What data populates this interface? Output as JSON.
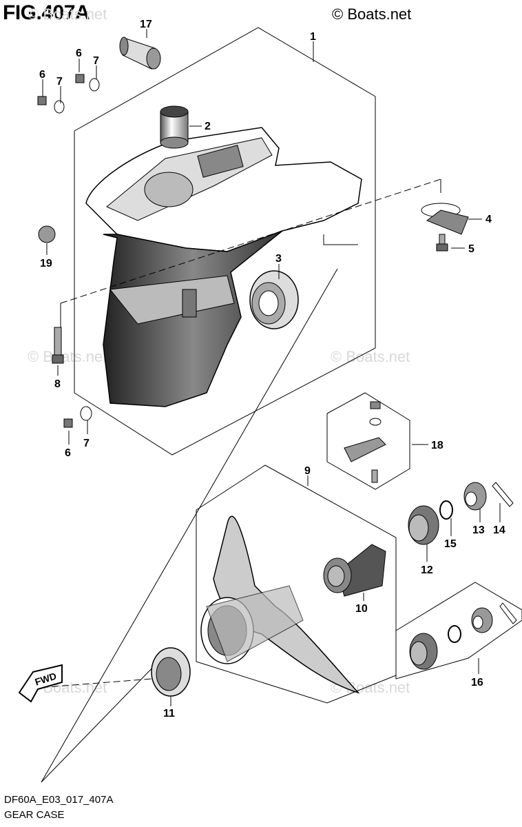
{
  "figure": {
    "title": "FIG.407A",
    "copyright": "© Boats.net",
    "watermark": "© Boats.net",
    "drawing_code": "DF60A_E03_017_407A",
    "section_name": "GEAR CASE"
  },
  "direction_badge": "FWD",
  "callouts": [
    "1",
    "2",
    "3",
    "4",
    "5",
    "6",
    "6",
    "6",
    "7",
    "7",
    "7",
    "8",
    "9",
    "10",
    "11",
    "12",
    "13",
    "14",
    "15",
    "16",
    "17",
    "18",
    "19"
  ]
}
